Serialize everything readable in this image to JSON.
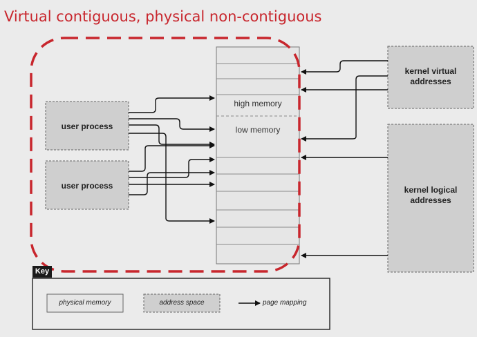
{
  "title": "Virtual contiguous, physical non-contiguous",
  "physical_memory": {
    "high_label": "high memory",
    "low_label": "low memory"
  },
  "user_processes": [
    {
      "label": "user process"
    },
    {
      "label": "user process"
    }
  ],
  "kernel_virtual": {
    "label_line1": "kernel virtual",
    "label_line2": "addresses"
  },
  "kernel_logical": {
    "label_line1": "kernel logical",
    "label_line2": "addresses"
  },
  "key": {
    "title": "Key",
    "physical_memory": "physical memory",
    "address_space": "address space",
    "page_mapping": "page mapping"
  },
  "colors": {
    "highlight": "#c8262d",
    "memory_fill": "#e6e6e6",
    "space_fill": "#cfcfcf",
    "background": "#ebebeb"
  }
}
